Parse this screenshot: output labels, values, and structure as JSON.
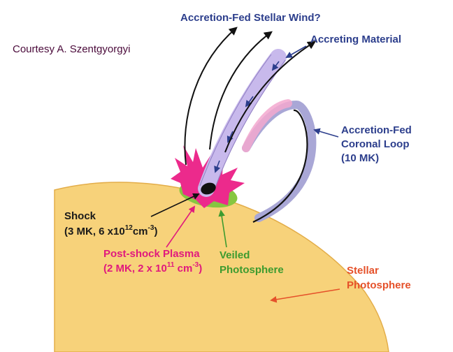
{
  "credit": "Courtesy A. Szentgyorgyi",
  "labels": {
    "wind": "Accretion-Fed Stellar Wind?",
    "accreting": "Accreting Material",
    "loop_1": "Accretion-Fed",
    "loop_2": "Coronal Loop",
    "loop_3": "(10 MK)",
    "shock_1": "Shock",
    "shock_2a": "(3 MK, 6 x10",
    "shock_2exp": "12",
    "shock_2b": "cm",
    "shock_2exp2": "-3",
    "shock_2c": ")",
    "post_1": "Post-shock Plasma",
    "post_2a": "(2 MK, 2 x 10",
    "post_2exp": "11",
    "post_2b": " cm",
    "post_2exp2": "-3",
    "post_2c": ")",
    "veiled_1": "Veiled",
    "veiled_2": "Photosphere",
    "stellar_1": "Stellar",
    "stellar_2": "Photosphere"
  },
  "colors": {
    "star": "#f7d27a",
    "wind_label": "#2c3e8c",
    "accreting_label": "#2c3e8c",
    "shock_label": "#1a1a1a",
    "post_label": "#e0197d",
    "veiled_label": "#3d9b2f",
    "stellar_label": "#e5512a"
  }
}
